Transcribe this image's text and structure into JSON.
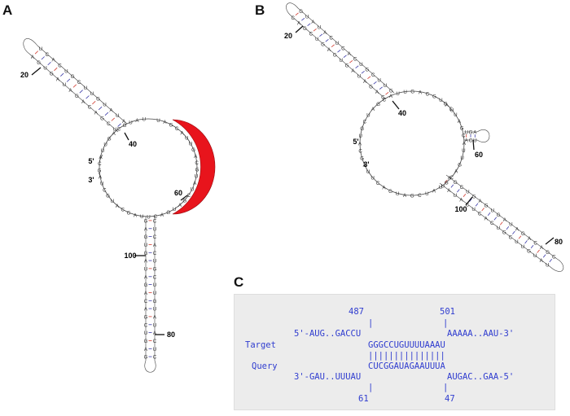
{
  "panels": {
    "a": {
      "label": "A",
      "end_labels": {
        "five_prime": "5'",
        "three_prime": "3'"
      },
      "position_labels": [
        "20",
        "40",
        "60",
        "80",
        "100"
      ],
      "highlight_color": "#e8141c"
    },
    "b": {
      "label": "B",
      "end_labels": {
        "five_prime": "5'",
        "three_prime": "3'"
      },
      "position_labels": [
        "20",
        "40",
        "60",
        "80",
        "100"
      ]
    },
    "c": {
      "label": "C",
      "top_positions": {
        "left": "487",
        "right": "501"
      },
      "target_label": "Target",
      "query_label": "Query",
      "target_outer_left": "5'-AUG..GACCU",
      "target_outer_right": "AAAAA..AAU-3'",
      "target_paired": "GGGCCUGUUUUAAAU",
      "pair_bars": "|||||||||||||||",
      "query_paired": "CUCGGAUAGAAUUUA",
      "query_outer_left": "3'-GAU..UUUAU",
      "query_outer_right": "AUGAC..GAA-5'",
      "bottom_positions": {
        "left": "61",
        "right": "47"
      },
      "tick": "|",
      "text_color": "#2f3ccf",
      "box_color": "#ececec"
    }
  },
  "colors": {
    "base_text": "#333333",
    "backbone": "#333333",
    "gc_pair": "#d23a2e",
    "au_pair": "#3a3aa8"
  }
}
